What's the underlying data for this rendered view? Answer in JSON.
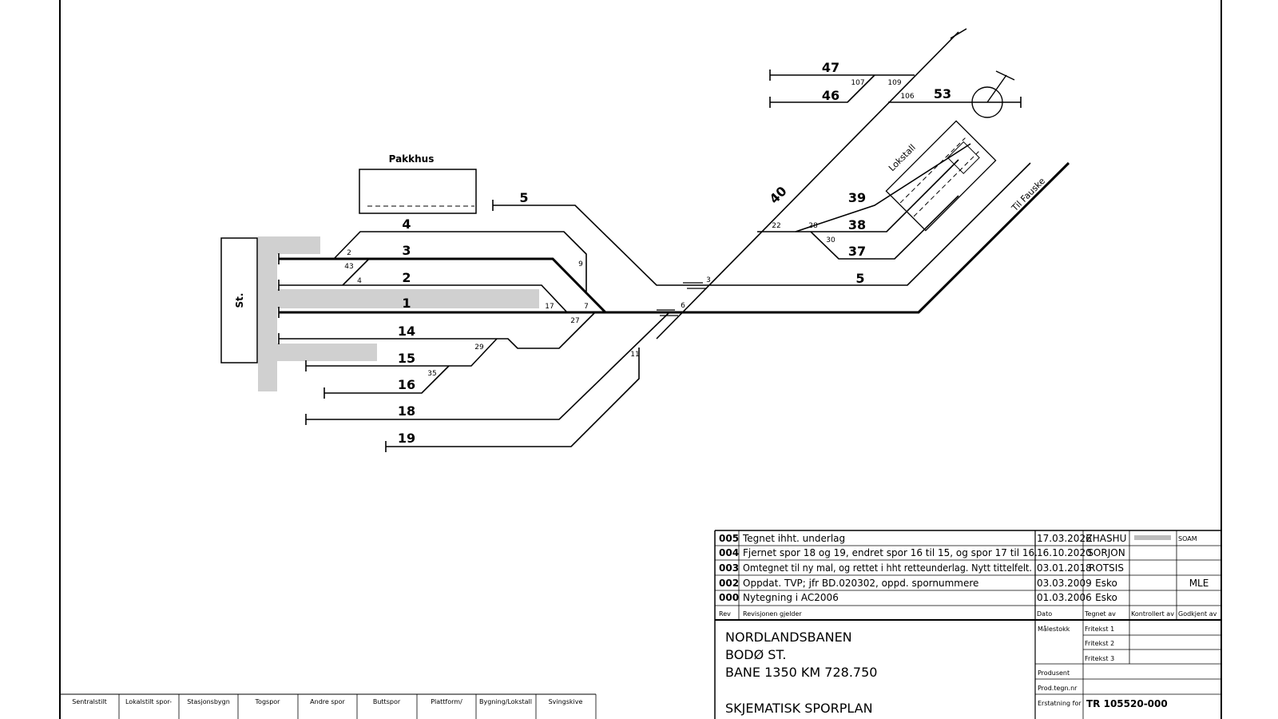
{
  "diagram": {
    "labels": {
      "pakkhus": "Pakkhus",
      "station": "St.",
      "lokstall": "Lokstall",
      "til_fauske": "Til Fauske"
    },
    "tracks": {
      "t47": "47",
      "t46": "46",
      "t53": "53",
      "t40": "40",
      "t39": "39",
      "t38": "38",
      "t37": "37",
      "t5a": "5",
      "t5b": "5",
      "t4": "4",
      "t3": "3",
      "t2": "2",
      "t1": "1",
      "t14": "14",
      "t15": "15",
      "t16": "16",
      "t18": "18",
      "t19": "19"
    },
    "switches": {
      "s107": "107",
      "s109": "109",
      "s106": "106",
      "s22": "22",
      "s28": "28",
      "s30": "30",
      "s2": "2",
      "s43": "43",
      "s4": "4",
      "s9": "9",
      "s17": "17",
      "s7": "7",
      "s27": "27",
      "s3": "3",
      "s6": "6",
      "s11": "11",
      "s29": "29",
      "s35": "35"
    }
  },
  "revisions": {
    "rows": [
      {
        "rev": "005",
        "text": "Tegnet ihht. underlag",
        "date": "17.03.2026",
        "drawn": "ZHASHU",
        "checked": "",
        "approved": ""
      },
      {
        "rev": "004",
        "text": "Fjernet spor 18 og 19, endret spor 16 til 15, og spor 17 til 16.",
        "date": "16.10.2020",
        "drawn": "SORJON",
        "checked": "",
        "approved": ""
      },
      {
        "rev": "003",
        "text": "Omtegnet til ny mal, og rettet i hht retteunderlag. Nytt tittelfelt.",
        "date": "03.01.2018",
        "drawn": "ROTSIS",
        "checked": "",
        "approved": ""
      },
      {
        "rev": "002",
        "text": "Oppdat. TVP; jfr BD.020302, oppd. spornummere",
        "date": "03.03.2009",
        "drawn": "Esko",
        "checked": "",
        "approved": "MLE"
      },
      {
        "rev": "000",
        "text": "Nytegning i AC2006",
        "date": "01.03.2006",
        "drawn": "Esko",
        "checked": "",
        "approved": ""
      }
    ],
    "headers": {
      "rev": "Rev",
      "text": "Revisjonen gjelder",
      "date": "Dato",
      "drawn": "Tegnet av",
      "checked": "Kontrollert av",
      "approved": "Godkjent av"
    },
    "stamp": "SOAM"
  },
  "title_block": {
    "line1": "NORDLANDSBANEN",
    "line2": "BODØ ST.",
    "line3": "BANE 1350  KM 728.750",
    "line4": "SKJEMATISK SPORPLAN",
    "fields": {
      "scale": "Målestokk",
      "free1": "Fritekst 1",
      "free2": "Fritekst 2",
      "free3": "Fritekst 3",
      "producer": "Produsent",
      "prod_no": "Prod.tegn.nr",
      "replaces": "Erstatning for",
      "drawing_no": "TR 105520-000"
    }
  },
  "legend": {
    "items": [
      "Sentralstilt",
      "Lokalstilt spor-",
      "Stasjonsbygn",
      "Togspor",
      "Andre spor",
      "Buttspor",
      "Plattform/",
      "Bygning/Lokstall",
      "Svingskive"
    ]
  },
  "colors": {
    "line": "#000000",
    "platform": "#d0d0d0"
  }
}
